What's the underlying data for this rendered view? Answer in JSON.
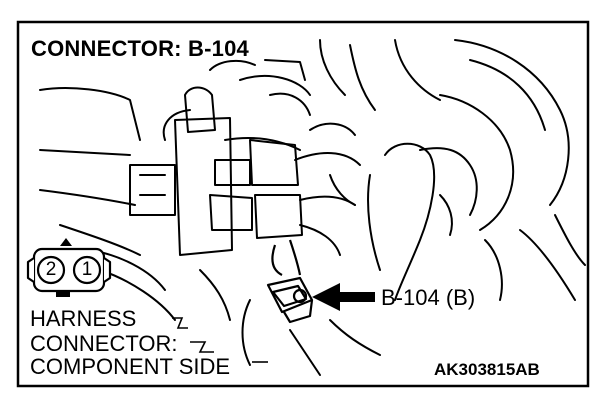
{
  "title": "CONNECTOR: B-104",
  "callout_label": "B-104 (B)",
  "harness_lines": [
    "HARNESS",
    "CONNECTOR:",
    "COMPONENT SIDE"
  ],
  "figure_code": "AK303815AB",
  "pins": [
    "2",
    "1"
  ],
  "colors": {
    "ink": "#000000",
    "paper": "#ffffff"
  }
}
